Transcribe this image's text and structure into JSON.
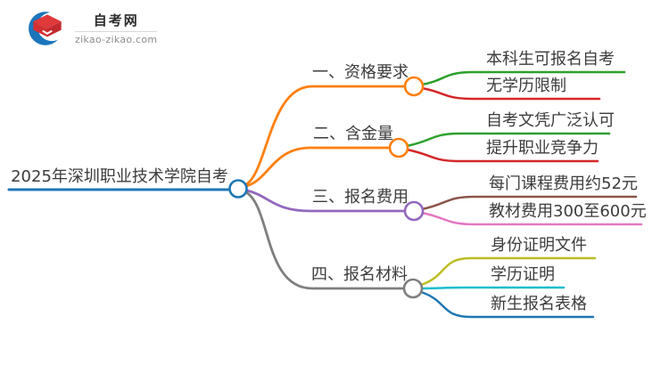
{
  "logo": {
    "name": "自考网",
    "domain": "zikao-zikao.com",
    "icon": "graduation-cap-in-blue-crescent",
    "colors": {
      "crescent_blue": "#1b75bb",
      "cap_red": "#e0393b",
      "cap_red_dark": "#c22b2e"
    }
  },
  "mindmap": {
    "root": {
      "label": "2025年深圳职业技术学院自考",
      "color": "#1f77b4"
    },
    "branches": [
      {
        "label": "一、资格要求",
        "color": "#ff7f0e",
        "children": [
          {
            "label": "本科生可报名自考",
            "color": "#2ca02c"
          },
          {
            "label": "无学历限制",
            "color": "#d62728"
          }
        ]
      },
      {
        "label": "二、含金量",
        "color": "#ff7f0e",
        "children": [
          {
            "label": "自考文凭广泛认可",
            "color": "#2ca02c"
          },
          {
            "label": "提升职业竞争力",
            "color": "#d62728"
          }
        ]
      },
      {
        "label": "三、报名费用",
        "color": "#9467bd",
        "children": [
          {
            "label": "每门课程费用约52元",
            "color": "#8c564b"
          },
          {
            "label": "教材费用300至600元",
            "color": "#e377c2"
          }
        ]
      },
      {
        "label": "四、报名材料",
        "color": "#7f7f7f",
        "children": [
          {
            "label": "身份证明文件",
            "color": "#bcbd22"
          },
          {
            "label": "学历证明",
            "color": "#17becf"
          },
          {
            "label": "新生报名表格",
            "color": "#1f77b4"
          }
        ]
      }
    ]
  }
}
